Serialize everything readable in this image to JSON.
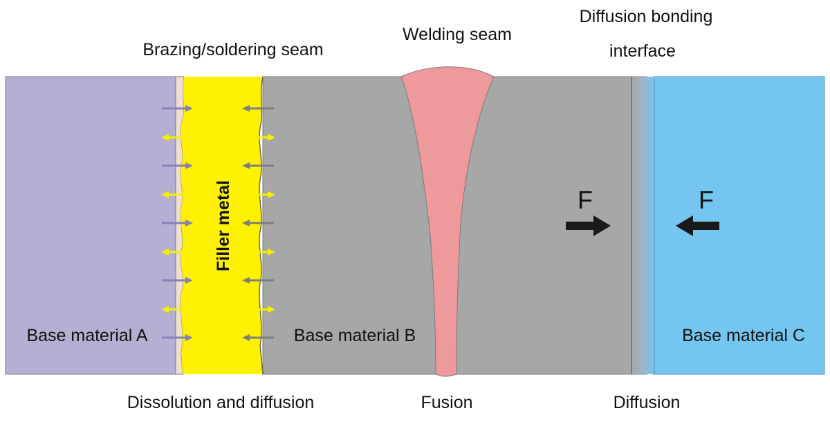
{
  "labels": {
    "brazing_seam": "Brazing/soldering seam",
    "welding_seam": "Welding seam",
    "diffusion_bonding_line1": "Diffusion bonding",
    "diffusion_bonding_line2": "interface",
    "filler_metal": "Filler metal",
    "base_a": "Base material A",
    "base_b": "Base material B",
    "base_c": "Base material C",
    "force_left": "F",
    "force_right": "F",
    "dissolution": "Dissolution and diffusion",
    "fusion": "Fusion",
    "diffusion": "Diffusion"
  },
  "colors": {
    "base_a": "#b5b0d3",
    "base_b": "#a7a7a7",
    "base_c": "#74c5ef",
    "filler": "#fff200",
    "weld": "#ee9a9d",
    "interlayer": "#efdfd2",
    "arrow_purple": "#8580b8",
    "arrow_yellow": "#f6f000",
    "arrow_gray": "#7e7e7e",
    "force_arrow": "#1a1a1a"
  },
  "dissolution_arrows": {
    "purple_count": 5,
    "yellow_count": 4,
    "gray_count": 5
  }
}
